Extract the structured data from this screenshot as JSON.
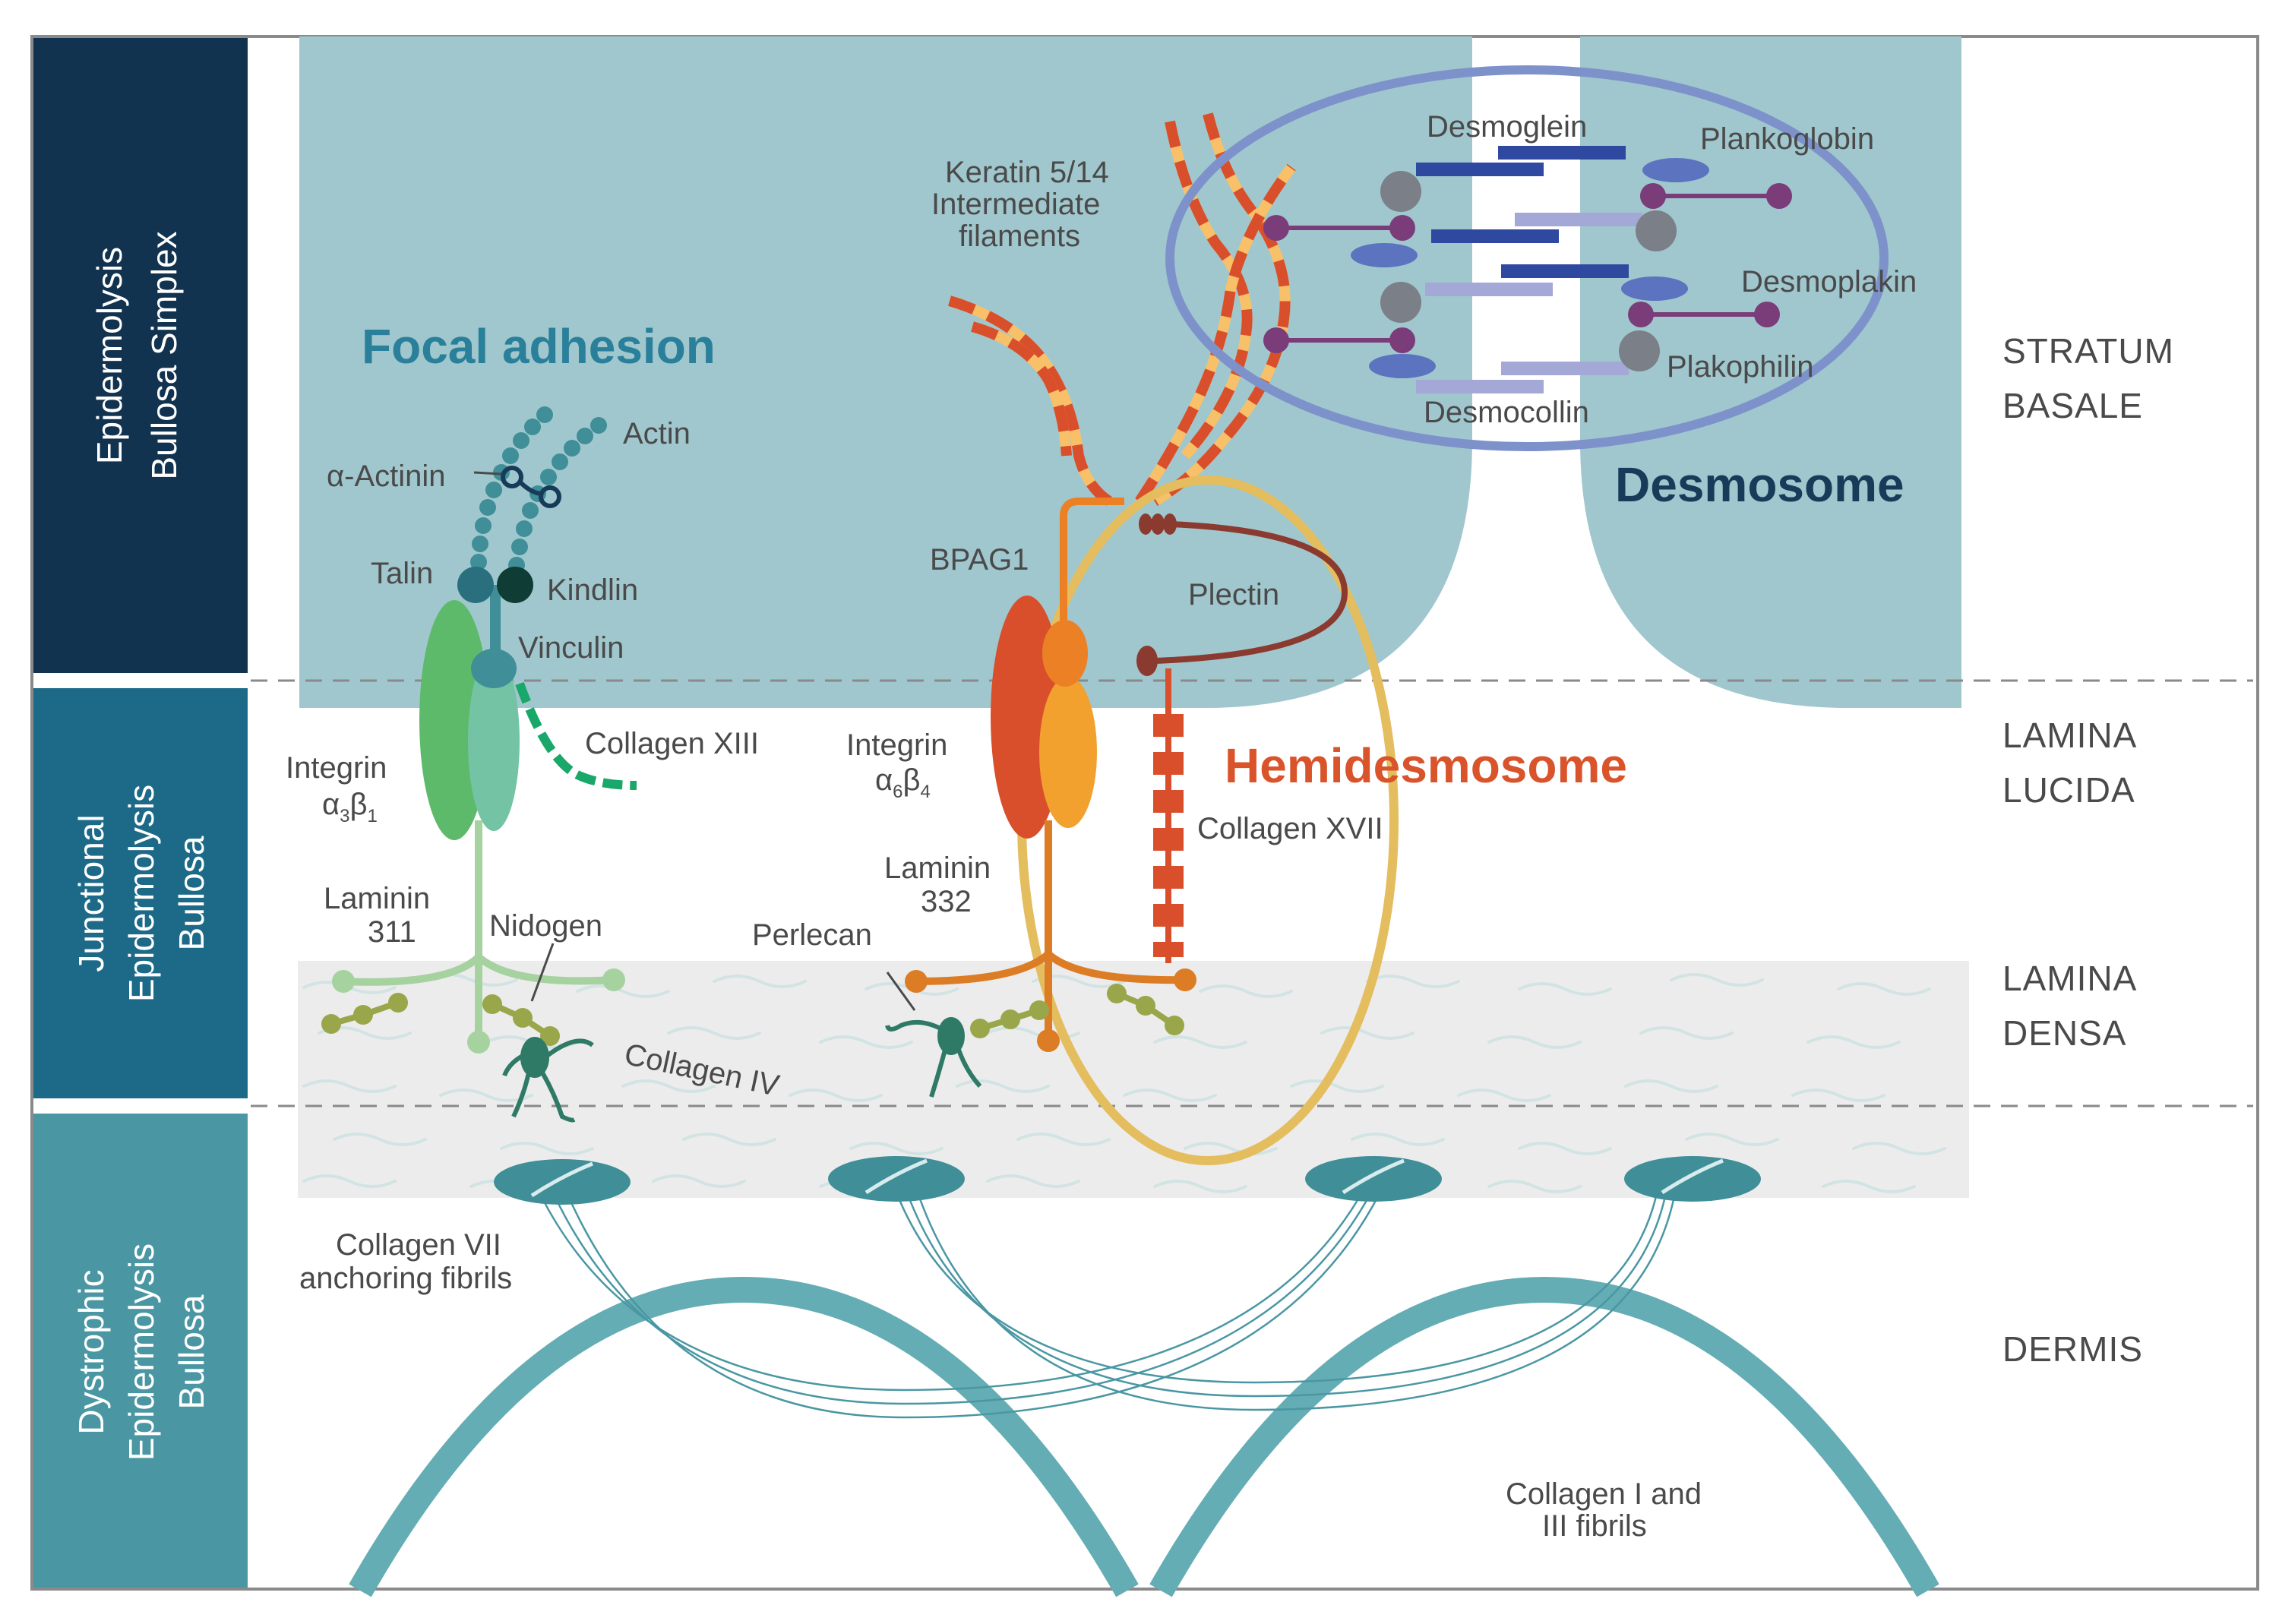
{
  "side_panels": [
    {
      "line1": "Epidermolysis",
      "line2": "Bullosa Simplex",
      "color": "#12334f"
    },
    {
      "line1": "Junctional",
      "line2": "Epidermolysis",
      "line3": "Bullosa",
      "color": "#1c6a88"
    },
    {
      "line1": "Dystrophic",
      "line2": "Epidermolysis",
      "line3": "Bullosa",
      "color": "#4a97a3"
    }
  ],
  "layers": {
    "stratum": {
      "line1": "STRATUM",
      "line2": "BASALE"
    },
    "lucida": {
      "line1": "LAMINA",
      "line2": "LUCIDA"
    },
    "densa": {
      "line1": "LAMINA",
      "line2": "DENSA"
    },
    "dermis": "DERMIS"
  },
  "headings": {
    "focal_adhesion": "Focal adhesion",
    "desmosome": "Desmosome",
    "hemidesmosome": "Hemidesmosome"
  },
  "labels": {
    "actin": "Actin",
    "alpha_actinin": "α-Actinin",
    "talin": "Talin",
    "kindlin": "Kindlin",
    "vinculin": "Vinculin",
    "collagen_xiii": "Collagen XIII",
    "integrin_a3b1": {
      "line1": "Integrin",
      "a": "α",
      "a_sub": "3",
      "b": "β",
      "b_sub": "1"
    },
    "laminin_311": {
      "line1": "Laminin",
      "line2": "311"
    },
    "nidogen": "Nidogen",
    "collagen_iv": "Collagen IV",
    "keratin": {
      "line1": "Keratin 5/14",
      "line2": "Intermediate",
      "line3": "filaments"
    },
    "bpag1": "BPAG1",
    "plectin": "Plectin",
    "integrin_a6b4": {
      "line1": "Integrin",
      "a": "α",
      "a_sub": "6",
      "b": "β",
      "b_sub": "4"
    },
    "collagen_xvii": "Collagen XVII",
    "laminin_332": {
      "line1": "Laminin",
      "line2": "332"
    },
    "perlecan": "Perlecan",
    "desmoglein": "Desmoglein",
    "plankoglobin": "Plankoglobin",
    "desmoplakin": "Desmoplakin",
    "plakophilin": "Plakophilin",
    "desmocollin": "Desmocollin",
    "collagen_vii": {
      "line1": "Collagen VII",
      "line2": "anchoring fibrils"
    },
    "collagen_i_iii": {
      "line1": "Collagen I and",
      "line2": "III fibrils"
    }
  },
  "colors": {
    "cell_teal": "#a0c7cd",
    "focal_heading": "#2a7f9a",
    "desmosome_heading": "#173c5a",
    "hemidesmosome_heading": "#d9532b",
    "plectin": "#8b3a30",
    "bpag1": "#ec8025",
    "keratin_red": "#d94f2b",
    "keratin_yellow": "#f8c068",
    "hemi_ring": "#e4bd5f",
    "desmo_ring": "#7d92cb",
    "dermis_fibril": "#64adb4"
  }
}
